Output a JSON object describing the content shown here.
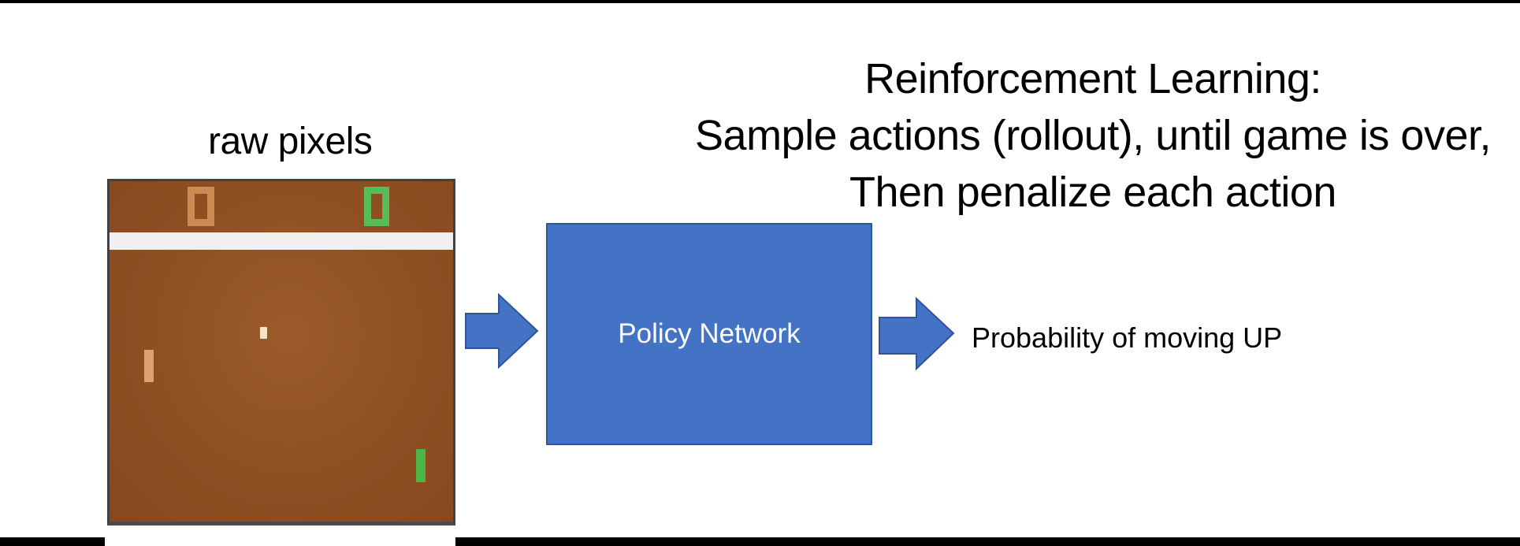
{
  "title": {
    "line1": "Reinforcement Learning:",
    "line2": "Sample actions (rollout), until game is over,",
    "line3": "Then penalize each action"
  },
  "game": {
    "label": "raw pixels",
    "left_score": "0",
    "right_score": "0",
    "field_color": "#8E5023",
    "left_score_color": "#CE8A55",
    "right_score_color": "#58BC58",
    "left_paddle_color": "#DCA273",
    "right_paddle_color": "#4CB748",
    "ball_color": "#F4E6C0",
    "boundary_line_color": "#F1F0EE",
    "frame_color": "#414141"
  },
  "network": {
    "label": "Policy Network",
    "fill_color": "#4472C4",
    "border_color": "#2F5597",
    "text_color": "#FFFFFF"
  },
  "output": {
    "label": "Probability of moving UP"
  },
  "decor": {
    "top_bar_color": "#000000",
    "bottom_bar_color": "#000000"
  }
}
